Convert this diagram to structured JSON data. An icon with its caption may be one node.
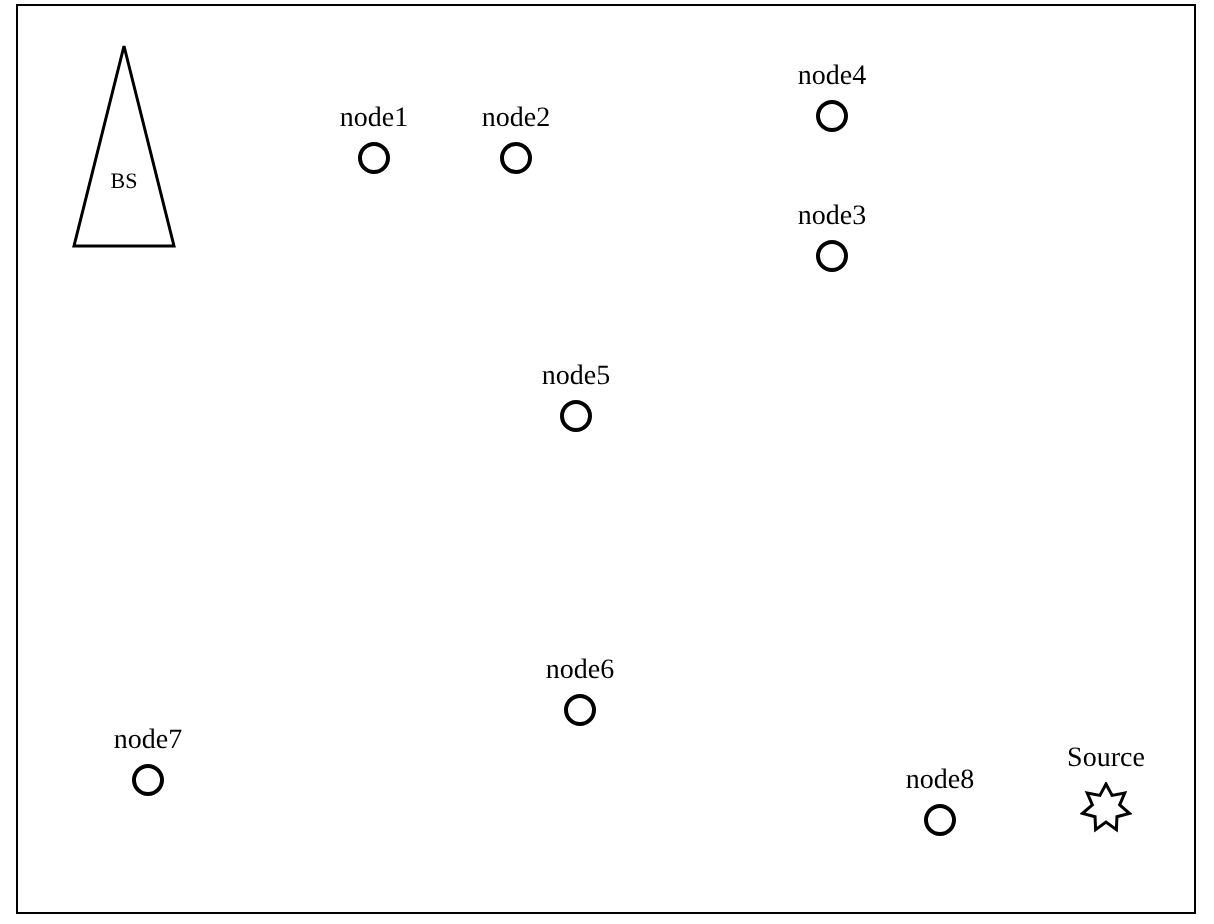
{
  "diagram": {
    "nodes": [
      {
        "text": [
          "BS"
        ]
      },
      {
        "text": [
          "node1"
        ]
      },
      {
        "text": [
          "node2"
        ]
      },
      {
        "text": [
          "node4"
        ]
      },
      {
        "text": [
          "node3"
        ]
      },
      {
        "text": [
          "node5"
        ]
      },
      {
        "text": [
          "node6"
        ]
      },
      {
        "text": [
          "node7"
        ]
      },
      {
        "text": [
          "node8"
        ]
      },
      {
        "text": [
          "Source"
        ]
      }
    ]
  }
}
